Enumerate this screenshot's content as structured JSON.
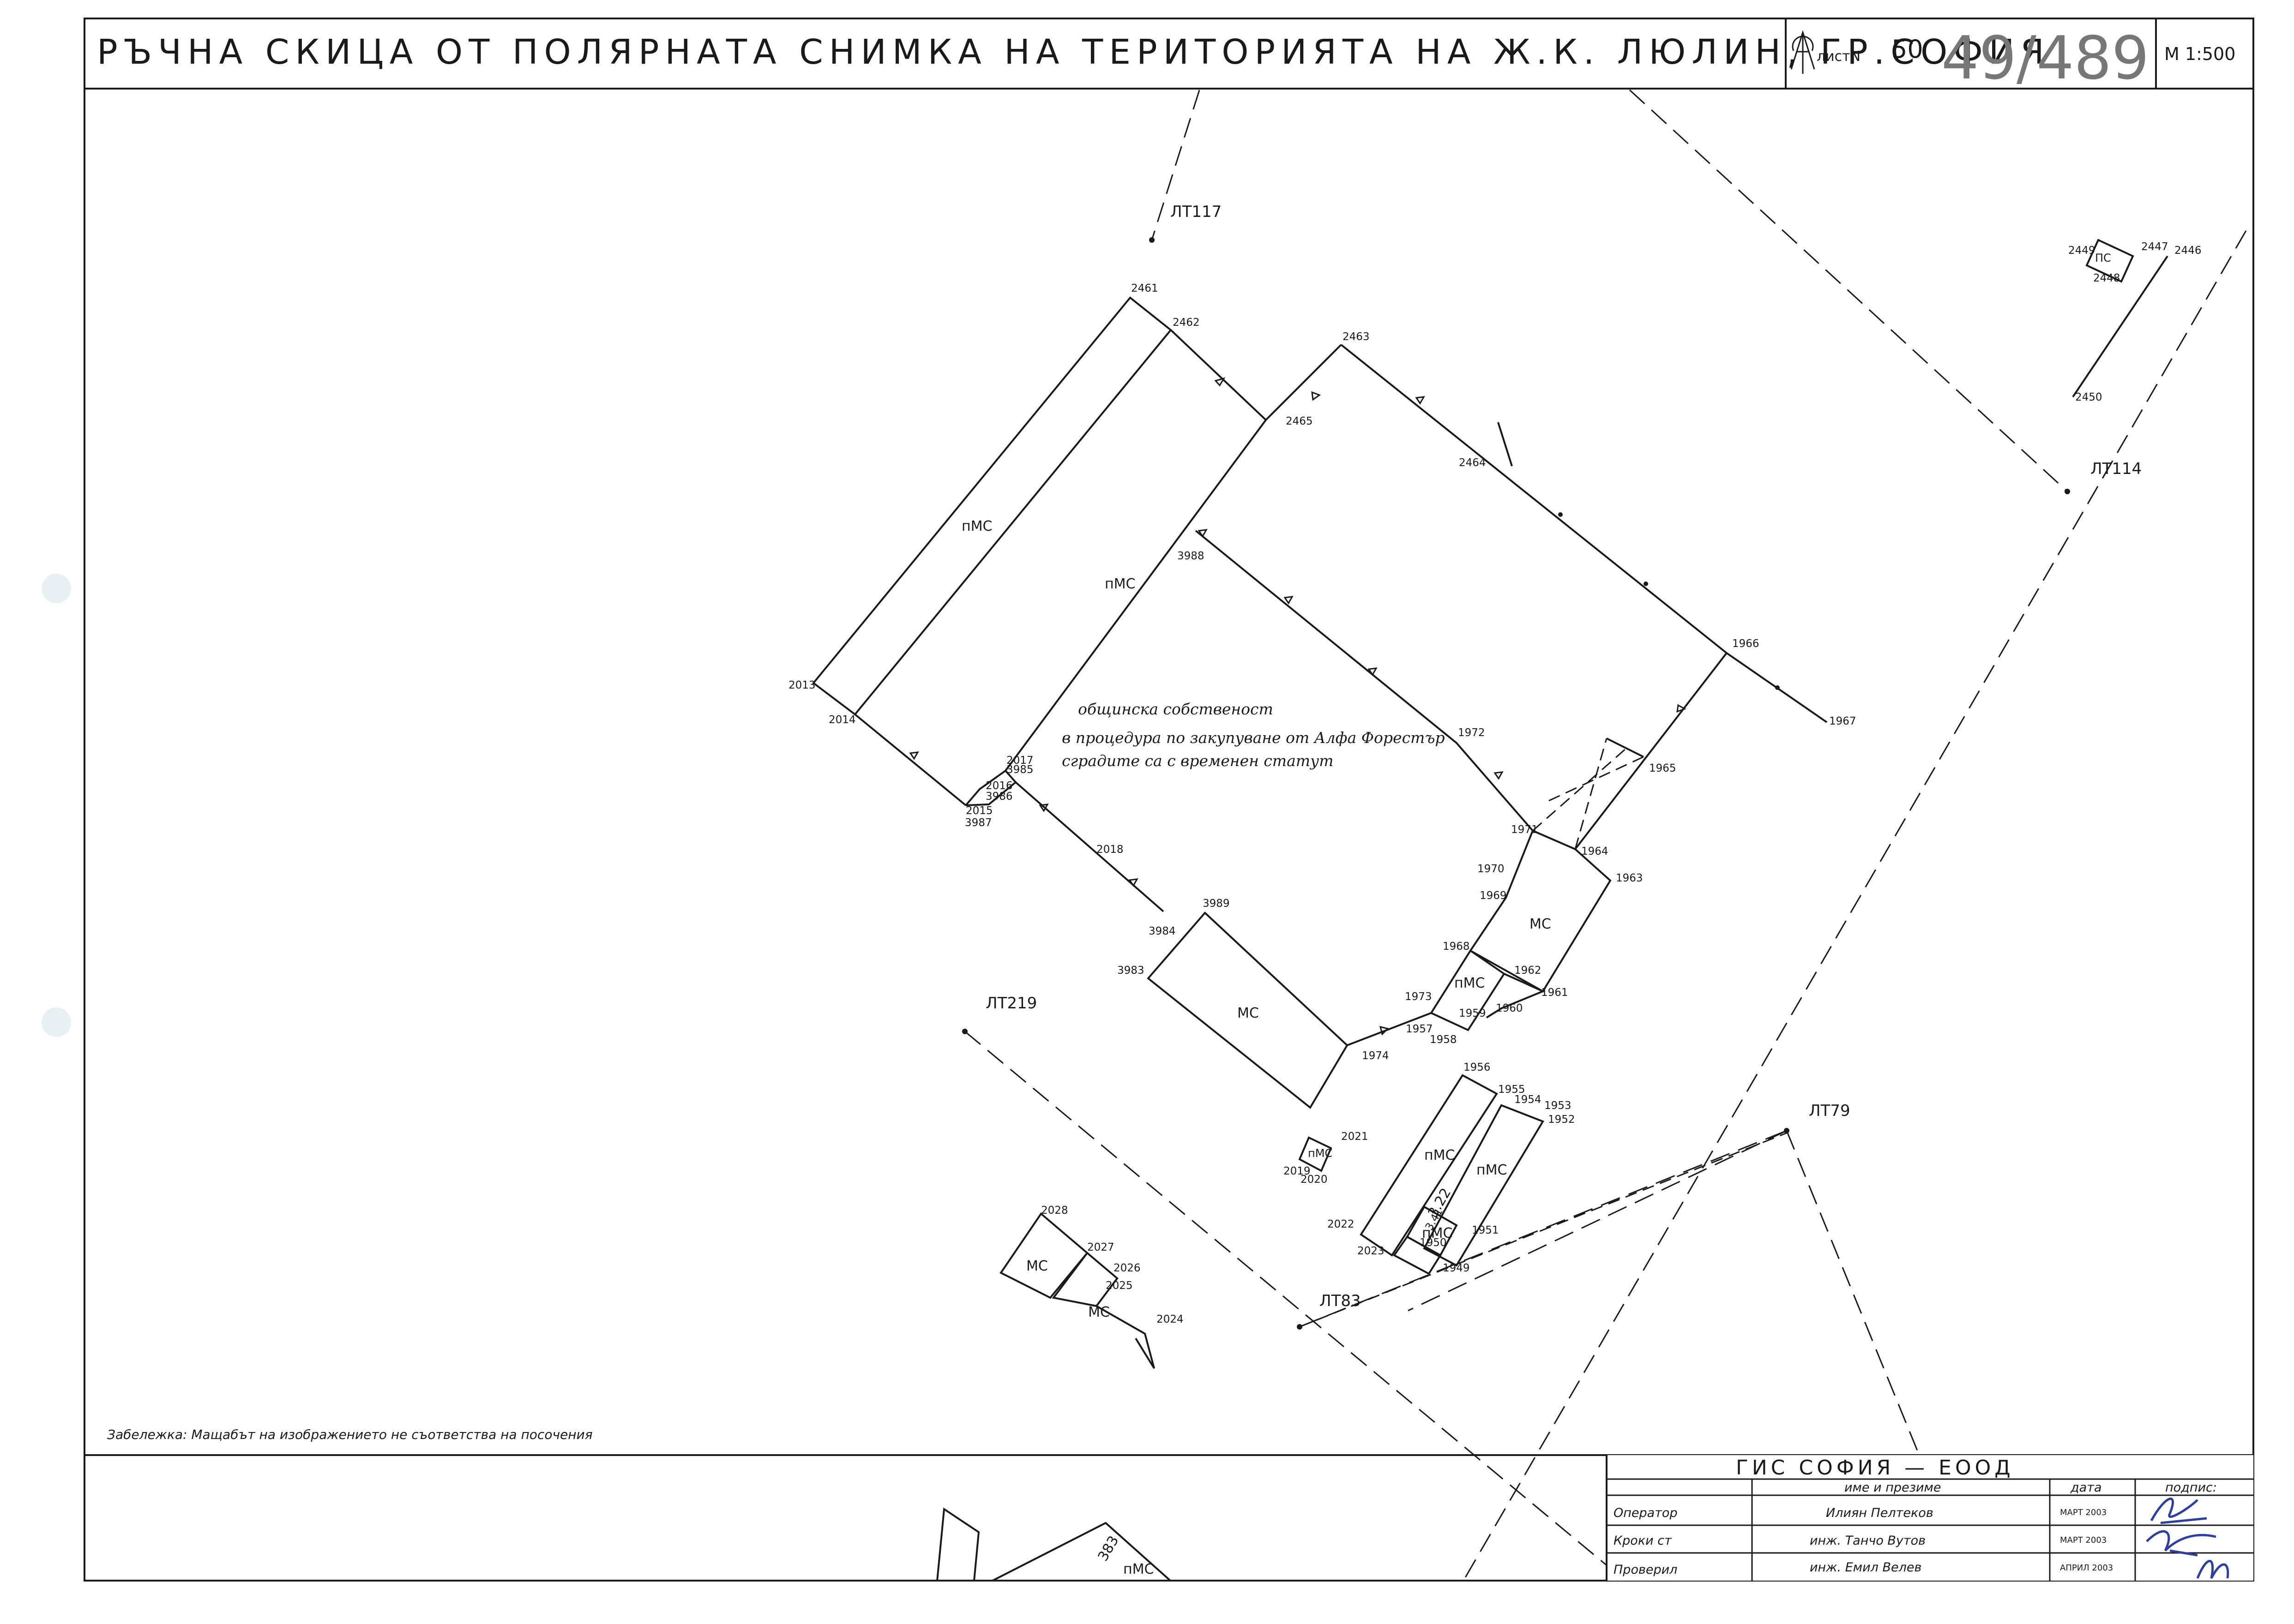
{
  "header": {
    "title": "РЪЧНА СКИЦА ОТ ПОЛЯРНАТА СНИМКА НА ТЕРИТОРИЯТА НА Ж.К. ЛЮЛИН, ГР.СОФИЯ",
    "sheet_prefix": "листN",
    "sheet_number": "50",
    "handwritten_code": "49/489",
    "scale": "М 1:500"
  },
  "note": {
    "line1": "общинска собственост",
    "line2": "в процедура по закупуване от Алфа Форестър",
    "line3": "сградите са с временен статут"
  },
  "footer_note": "Забележка: Мащабът на изображението не съответства на посочения",
  "stations": {
    "lt117": "ЛТ117",
    "lt114": "ЛТ114",
    "lt219": "ЛТ219",
    "lt79": "ЛТ79",
    "lt83": "ЛТ83"
  },
  "areas": {
    "nmc": "пМС",
    "mc": "МС",
    "ps": "ПС"
  },
  "dims": {
    "d1": "3.22",
    "d2": "3.41",
    "bottom": "383"
  },
  "points": {
    "p2461": "2461",
    "p2462": "2462",
    "p2463": "2463",
    "p2465": "2465",
    "p2464": "2464",
    "p3988": "3988",
    "p1966": "1966",
    "p1967": "1967",
    "p1965": "1965",
    "p1972": "1972",
    "p1971": "1971",
    "p1964": "1964",
    "p1963": "1963",
    "p1970": "1970",
    "p1969": "1969",
    "p1968": "1968",
    "p1962": "1962",
    "p1961": "1961",
    "p1960": "1960",
    "p1959": "1959",
    "p1973": "1973",
    "p1957": "1957",
    "p1958": "1958",
    "p1974": "1974",
    "p2013": "2013",
    "p2014": "2014",
    "p2017": "2017",
    "p3985": "3985",
    "p2016": "2016",
    "p3986": "3986",
    "p2015": "2015",
    "p3987": "3987",
    "p2018": "2018",
    "p3989": "3989",
    "p3984": "3984",
    "p3983": "3983",
    "p1956": "1956",
    "p1955": "1955",
    "p1954": "1954",
    "p1953": "1953",
    "p1952": "1952",
    "p2021": "2021",
    "p2019": "2019",
    "p2020": "2020",
    "p2022": "2022",
    "p2023": "2023",
    "p1951": "1951",
    "p1950": "1950",
    "p1949": "1949",
    "p2028": "2028",
    "p2027": "2027",
    "p2026": "2026",
    "p2025": "2025",
    "p2024": "2024",
    "p2449": "2449",
    "p2447": "2447",
    "p2446": "2446",
    "p2448": "2448",
    "p2450": "2450"
  },
  "table": {
    "company": "ГИС СОФИЯ — ЕООД",
    "col_name": "име и презиме",
    "col_date": "дата",
    "col_sign": "подпис:",
    "rows": [
      {
        "role": "Оператор",
        "name": "Илиян Пелтеков",
        "date": "МАРТ 2003"
      },
      {
        "role": "Кроки ст",
        "name": "инж. Танчо Вутов",
        "date": "МАРТ 2003"
      },
      {
        "role": "Проверил",
        "name": "инж. Емил Велев",
        "date": "АПРИЛ 2003"
      }
    ]
  }
}
